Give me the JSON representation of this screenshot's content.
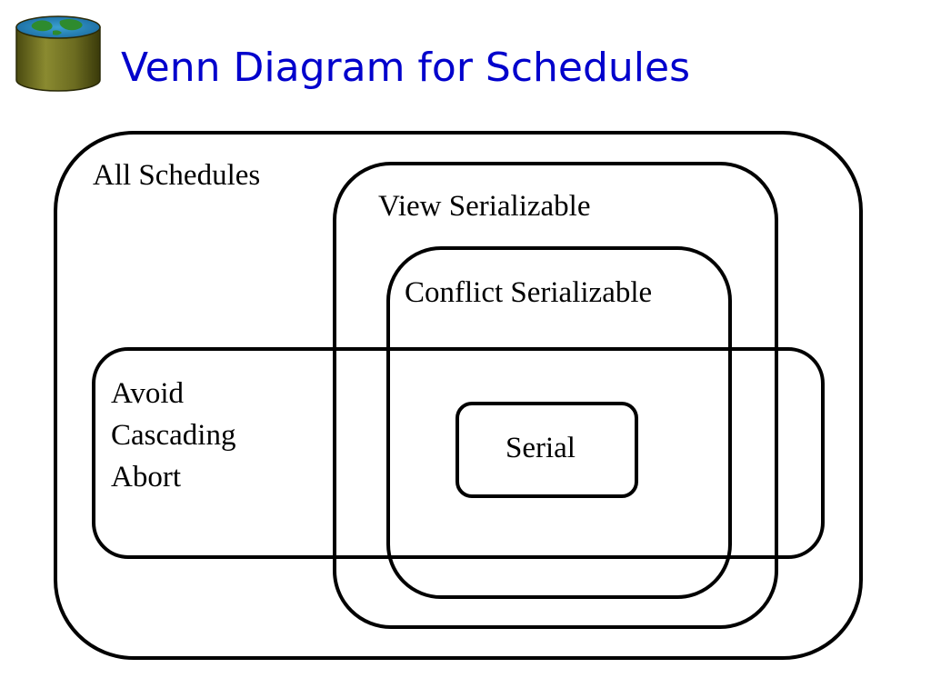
{
  "slide": {
    "title": "Venn Diagram for Schedules",
    "title_color": "#0000cc",
    "logo_icon": "database-globe-icon"
  },
  "diagram": {
    "sets": {
      "all_schedules": "All Schedules",
      "view_serializable": "View Serializable",
      "conflict_serializable": "Conflict Serializable",
      "avoid_cascading_abort": [
        "Avoid",
        "Cascading",
        "Abort"
      ],
      "serial": "Serial"
    },
    "outline_color": "#000000"
  }
}
